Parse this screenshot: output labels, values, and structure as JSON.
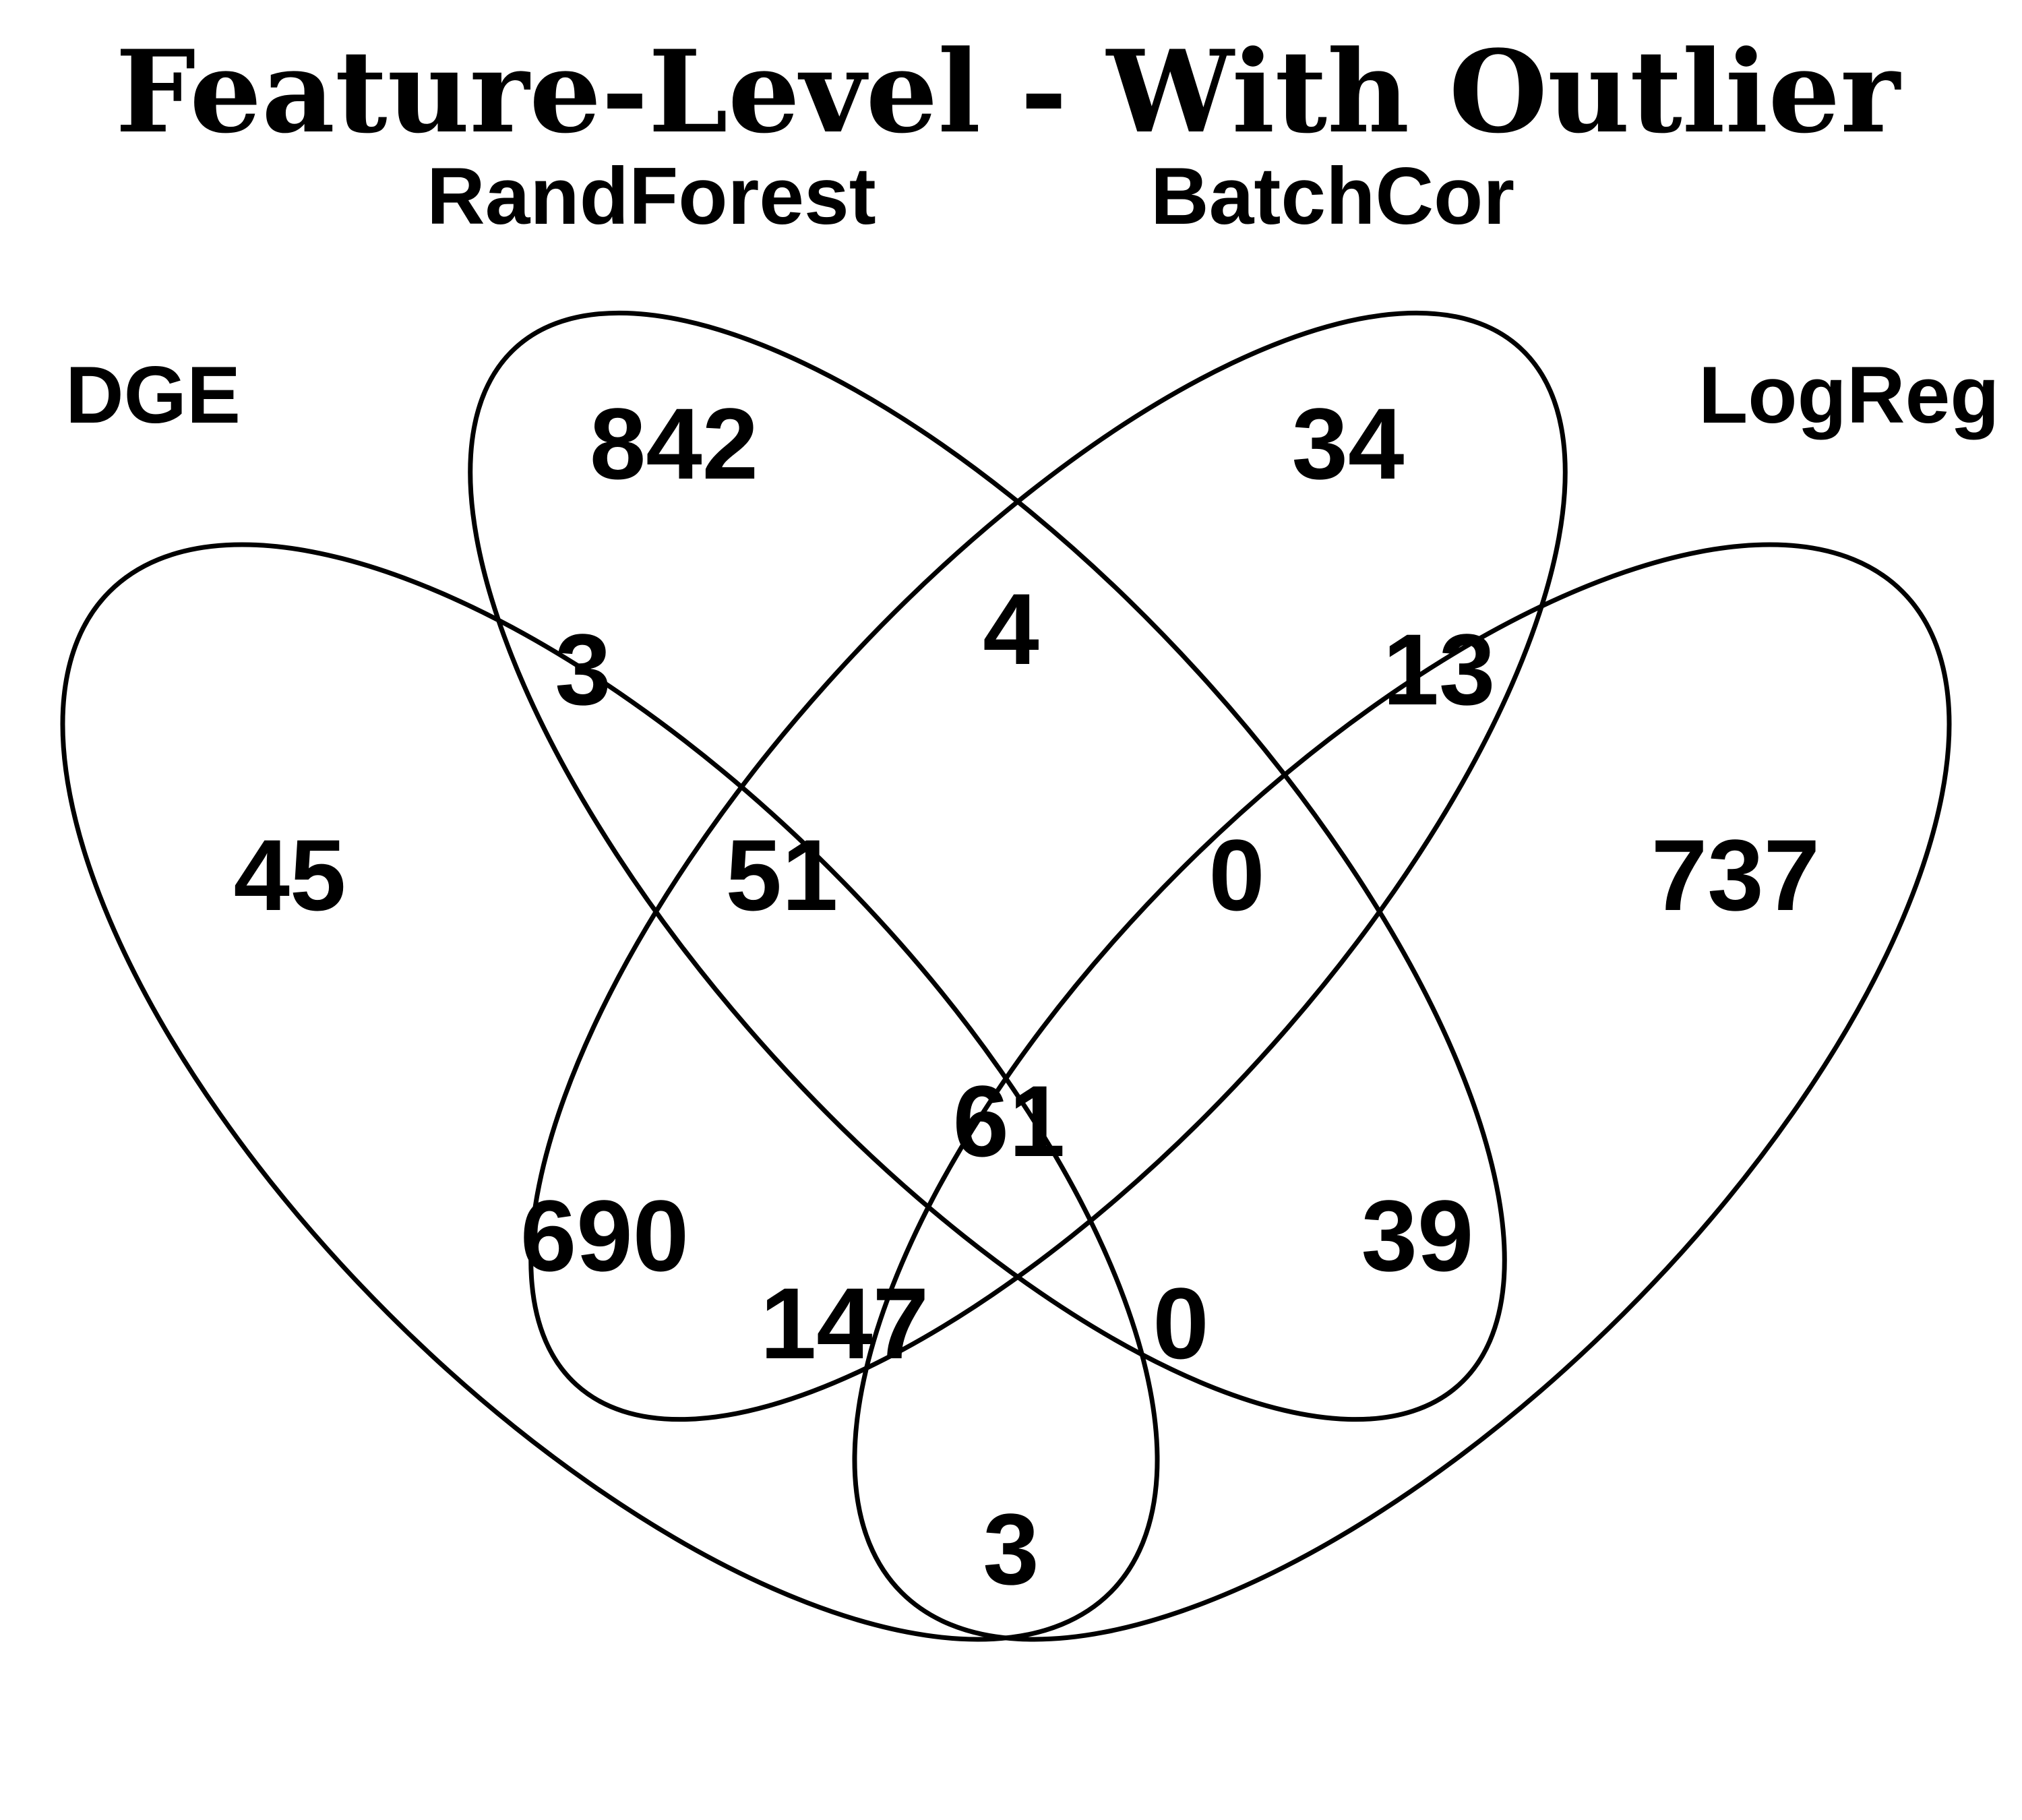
{
  "title": "Feature-Level - With Outlier",
  "sets": [
    {
      "id": "dge",
      "label": "DGE"
    },
    {
      "id": "randforest",
      "label": "RandForest"
    },
    {
      "id": "batchcor",
      "label": "BatchCor"
    },
    {
      "id": "logreg",
      "label": "LogReg"
    }
  ],
  "regions": {
    "dge_only": "45",
    "randforest_only": "842",
    "batchcor_only": "34",
    "logreg_only": "737",
    "dge_randforest": "3",
    "randforest_batchcor": "4",
    "batchcor_logreg": "13",
    "dge_randforest_batchcor": "51",
    "randforest_batchcor_logreg": "0",
    "all_four": "61",
    "dge_batchcor": "690",
    "randforest_logreg": "39",
    "dge_batchcor_logreg": "147",
    "dge_randforest_logreg": "0",
    "dge_logreg": "3"
  },
  "colors": {
    "stroke": "#000000",
    "background": "#ffffff"
  }
}
